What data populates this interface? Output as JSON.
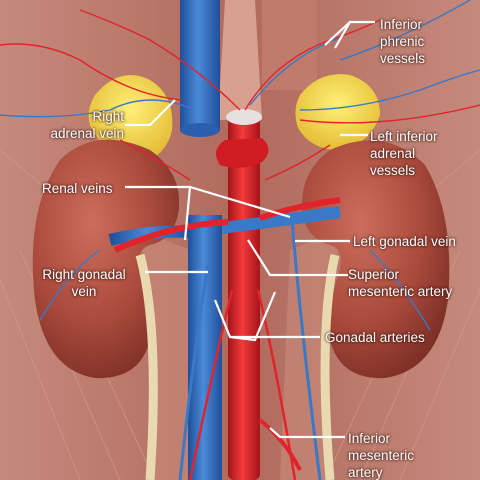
{
  "labels": {
    "inferior_phrenic": "Inferior\nphrenic\nvessels",
    "right_adrenal": "Right\nadrenal vein",
    "left_inferior_adrenal": "Left inferior\nadrenal\nvessels",
    "renal_veins": "Renal veins",
    "left_gonadal_vein": "Left gonadal vein",
    "right_gonadal_vein": "Right gonadal\nvein",
    "superior_mesenteric": "Superior\nmesenteric artery",
    "gonadal_arteries": "Gonadal arteries",
    "inferior_mesenteric": "Inferior\nmesenteric\nartery"
  },
  "colors": {
    "background_muscle": "#b9776a",
    "kidney": "#a94a3c",
    "kidney_highlight": "#c86a58",
    "adrenal": "#f2d53a",
    "vein": "#3a78c8",
    "vein_dark": "#1f4f9a",
    "artery": "#e2232b",
    "artery_dark": "#a6131a",
    "ureter": "#e9d9b0",
    "leader_line": "#ffffff"
  }
}
